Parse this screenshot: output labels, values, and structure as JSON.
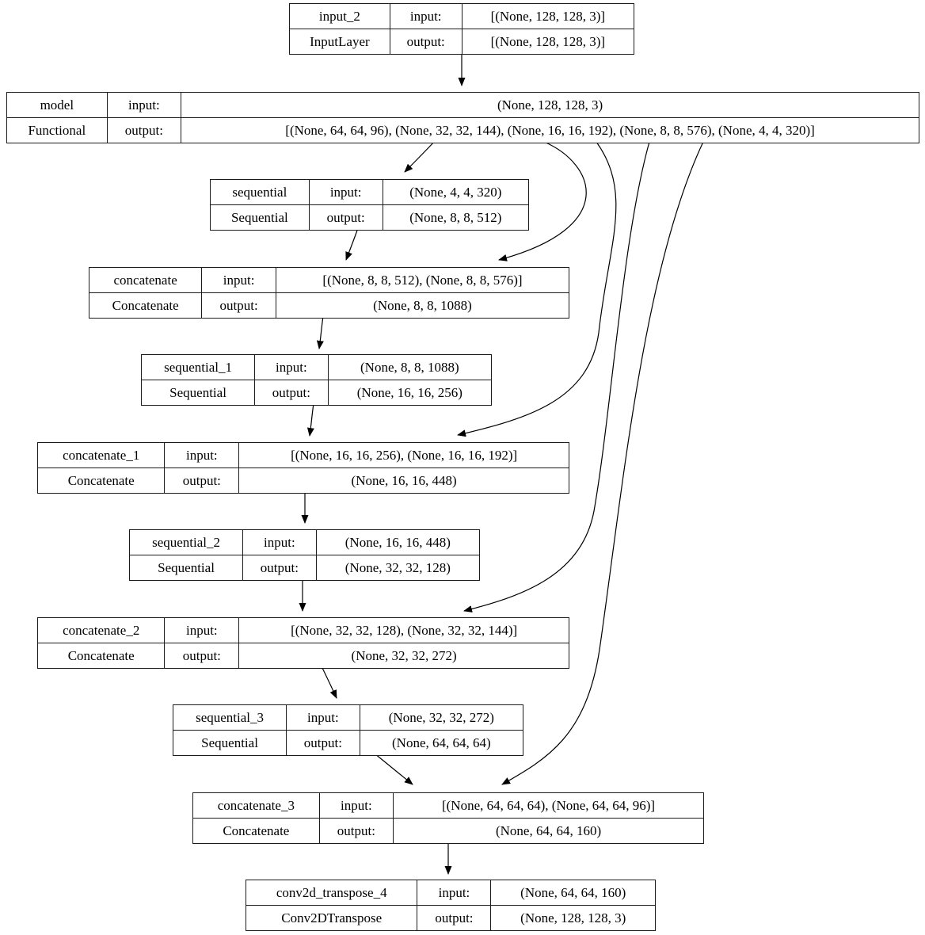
{
  "diagram": {
    "labels": {
      "input": "input:",
      "output": "output:"
    },
    "nodes": [
      {
        "name": "input_2",
        "class_name": "InputLayer",
        "input_shape": "[(None, 128, 128, 3)]",
        "output_shape": "[(None, 128, 128, 3)]"
      },
      {
        "name": "model",
        "class_name": "Functional",
        "input_shape": "(None, 128, 128, 3)",
        "output_shape": "[(None, 64, 64, 96), (None, 32, 32, 144), (None, 16, 16, 192), (None, 8, 8, 576), (None, 4, 4, 320)]"
      },
      {
        "name": "sequential",
        "class_name": "Sequential",
        "input_shape": "(None, 4, 4, 320)",
        "output_shape": "(None, 8, 8, 512)"
      },
      {
        "name": "concatenate",
        "class_name": "Concatenate",
        "input_shape": "[(None, 8, 8, 512), (None, 8, 8, 576)]",
        "output_shape": "(None, 8, 8, 1088)"
      },
      {
        "name": "sequential_1",
        "class_name": "Sequential",
        "input_shape": "(None, 8, 8, 1088)",
        "output_shape": "(None, 16, 16, 256)"
      },
      {
        "name": "concatenate_1",
        "class_name": "Concatenate",
        "input_shape": "[(None, 16, 16, 256), (None, 16, 16, 192)]",
        "output_shape": "(None, 16, 16, 448)"
      },
      {
        "name": "sequential_2",
        "class_name": "Sequential",
        "input_shape": "(None, 16, 16, 448)",
        "output_shape": "(None, 32, 32, 128)"
      },
      {
        "name": "concatenate_2",
        "class_name": "Concatenate",
        "input_shape": "[(None, 32, 32, 128), (None, 32, 32, 144)]",
        "output_shape": "(None, 32, 32, 272)"
      },
      {
        "name": "sequential_3",
        "class_name": "Sequential",
        "input_shape": "(None, 32, 32, 272)",
        "output_shape": "(None, 64, 64, 64)"
      },
      {
        "name": "concatenate_3",
        "class_name": "Concatenate",
        "input_shape": "[(None, 64, 64, 64), (None, 64, 64, 96)]",
        "output_shape": "(None, 64, 64, 160)"
      },
      {
        "name": "conv2d_transpose_4",
        "class_name": "Conv2DTranspose",
        "input_shape": "(None, 64, 64, 160)",
        "output_shape": "(None, 128, 128, 3)"
      }
    ],
    "edges": [
      {
        "from": "input_2",
        "to": "model"
      },
      {
        "from": "model",
        "to": "sequential"
      },
      {
        "from": "model",
        "to": "concatenate"
      },
      {
        "from": "sequential",
        "to": "concatenate"
      },
      {
        "from": "concatenate",
        "to": "sequential_1"
      },
      {
        "from": "model",
        "to": "concatenate_1"
      },
      {
        "from": "sequential_1",
        "to": "concatenate_1"
      },
      {
        "from": "concatenate_1",
        "to": "sequential_2"
      },
      {
        "from": "model",
        "to": "concatenate_2"
      },
      {
        "from": "sequential_2",
        "to": "concatenate_2"
      },
      {
        "from": "concatenate_2",
        "to": "sequential_3"
      },
      {
        "from": "model",
        "to": "concatenate_3"
      },
      {
        "from": "sequential_3",
        "to": "concatenate_3"
      },
      {
        "from": "concatenate_3",
        "to": "conv2d_transpose_4"
      }
    ],
    "colors": {
      "edge": "#000000",
      "node_border": "#1c1c1c",
      "background": "#ffffff"
    }
  }
}
